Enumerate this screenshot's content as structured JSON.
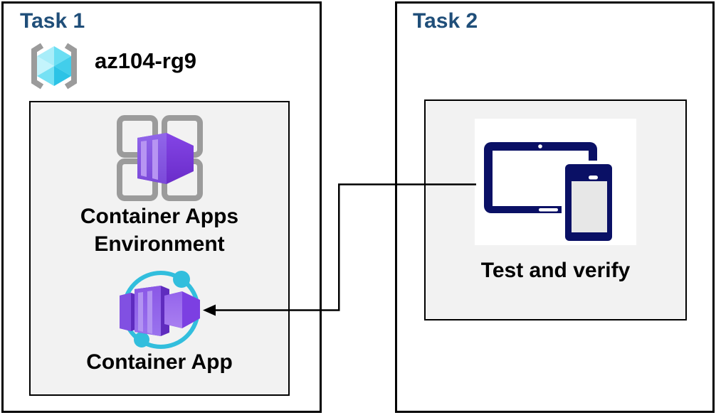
{
  "page": {
    "background": "#FFFFFF"
  },
  "colors": {
    "title_blue": "#1F4E79",
    "text_black": "#000000",
    "panel_gray": "#F2F2F2",
    "border_black": "#000000",
    "icon_navy": "#0A1065",
    "icon_cyan": "#32BEDD",
    "icon_purple": "#7C3FE0",
    "icon_gray": "#9B9B9B",
    "cube_cyan": "#5FD8F1"
  },
  "task1": {
    "title": "Task 1",
    "resource_group_name": "az104-rg9",
    "environment_label_line1": "Container Apps",
    "environment_label_line2": "Environment",
    "container_app_label": "Container App"
  },
  "task2": {
    "title": "Task 2",
    "test_label": "Test and verify"
  },
  "icons": {
    "resource_group": "resource-group-icon",
    "environment": "container-apps-environment-icon",
    "container_app": "container-app-icon",
    "devices": "tablet-phone-icon"
  }
}
